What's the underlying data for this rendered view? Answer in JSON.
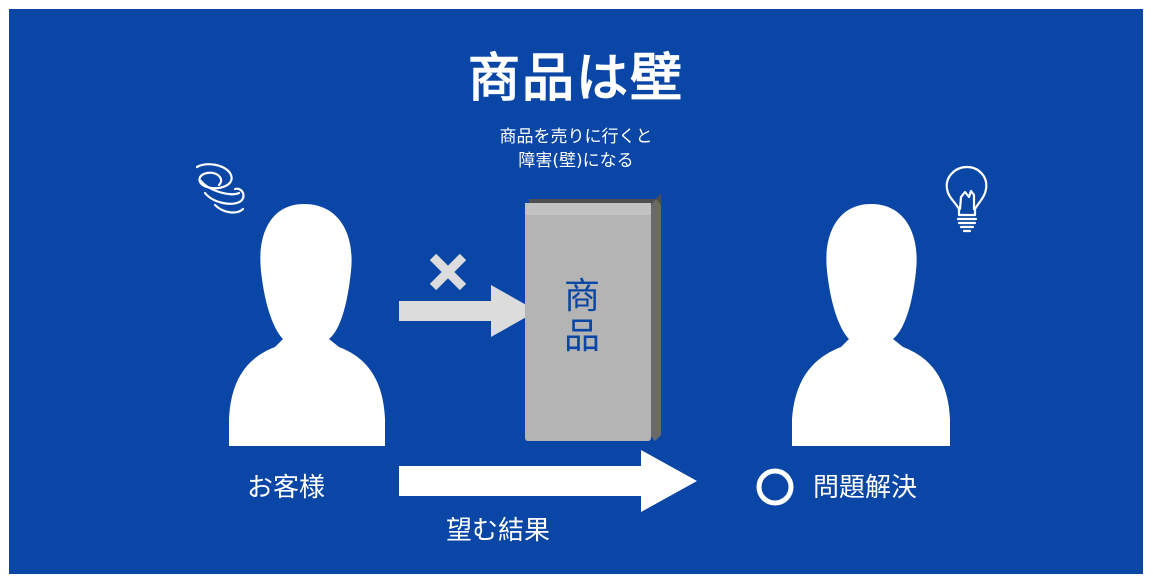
{
  "title": "商品は壁",
  "subtitle_line1": "商品を売りに行くと",
  "subtitle_line2": "障害(壁)になる",
  "wall_label": "商品",
  "customer_label": "お客様",
  "result_label": "望む結果",
  "solution_label": "問題解決",
  "icons": {
    "left_head": "confused-swirl-icon",
    "right_head": "lightbulb-icon",
    "blocked": "cross-mark-icon",
    "solved": "circle-mark-icon"
  },
  "colors": {
    "background": "#0a46a5",
    "foreground": "#ffffff",
    "wall": "#b4b4b4",
    "blocked_arrow": "#dcdcdc"
  }
}
